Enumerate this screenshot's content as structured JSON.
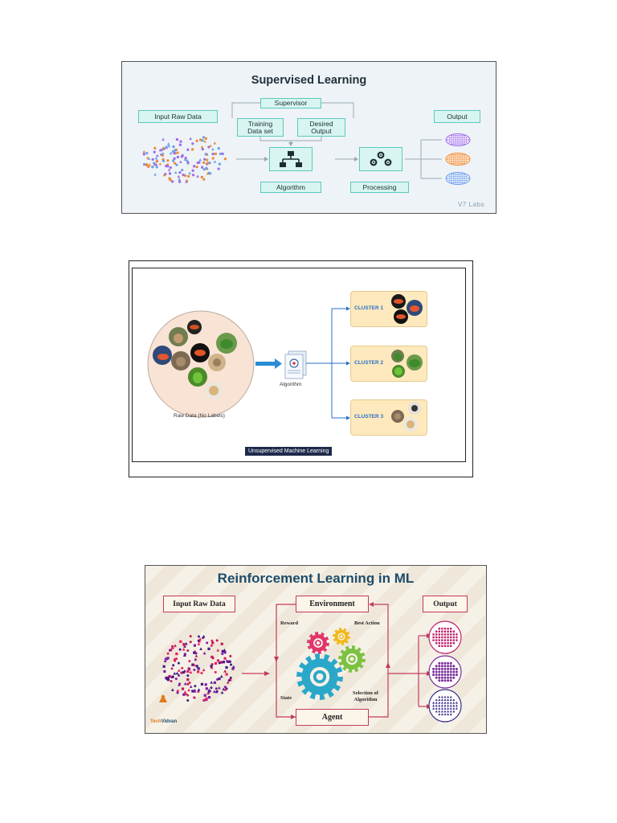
{
  "supervised": {
    "title": "Supervised Learning",
    "input_label": "Input Raw Data",
    "supervisor_label": "Supervisor",
    "training_label_line1": "Training",
    "training_label_line2": "Data set",
    "desired_label_line1": "Desired",
    "desired_label_line2": "Output",
    "algorithm_label": "Algorithm",
    "processing_label": "Processing",
    "output_label": "Output",
    "watermark": "V7 Labs",
    "colors": {
      "teal": "#5cc9bd",
      "box_bg": "#d8f5f1",
      "purple": "#9b6be8",
      "orange": "#f0892f",
      "blue": "#6a9ee8"
    },
    "icons": [
      "hierarchy-icon",
      "gears-icon"
    ]
  },
  "unsupervised": {
    "raw_data_label": "Raw Data (No Labels)",
    "algorithm_label": "Algorithm",
    "clusters": [
      {
        "label": "CLUSTER 1"
      },
      {
        "label": "CLUSTER 2"
      },
      {
        "label": "CLUSTER 3"
      }
    ],
    "caption": "Unsupervised Machine Learning",
    "colors": {
      "cluster_bg": "#fde9bd",
      "arrow": "#2a6fc9",
      "circle_bg": "#f9e3d4"
    }
  },
  "reinforcement": {
    "title": "Reinforcement Learning in ML",
    "input_label": "Input Raw Data",
    "environment_label": "Environment",
    "agent_label": "Agent",
    "output_label": "Output",
    "reward_label": "Reward",
    "best_action_label": "Best Action",
    "state_label": "State",
    "selection_line1": "Selection of",
    "selection_line2": "Algorithm",
    "logo_text_1": "Tech",
    "logo_text_2": "Vidvan",
    "colors": {
      "border": "#c53a5c",
      "title": "#1c4c6b",
      "gear_blue": "#2aa7c9",
      "gear_pink": "#e0366c",
      "gear_yellow": "#f2b818",
      "gear_green": "#7cc242"
    }
  }
}
